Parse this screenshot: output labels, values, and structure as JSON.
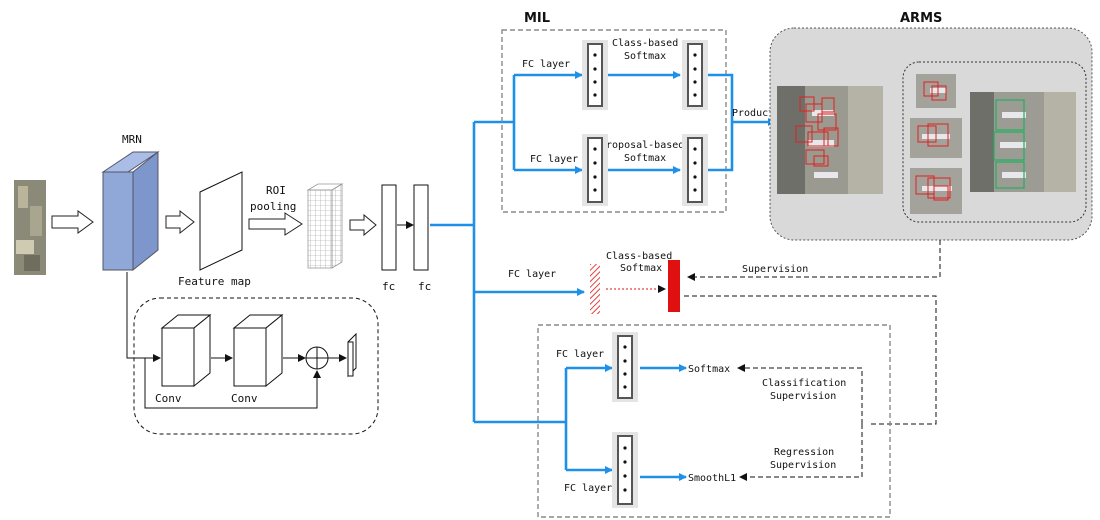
{
  "titles": {
    "mil": "MIL",
    "arms": "ARMS",
    "mrn": "MRN"
  },
  "labels": {
    "roi_pooling_1": "ROI",
    "roi_pooling_2": "pooling",
    "feature_map": "Feature map",
    "fc1": "fc",
    "fc2": "fc",
    "conv1": "Conv",
    "conv2": "Conv",
    "mil_fc_top": "FC layer",
    "mil_fc_bottom": "FC layer",
    "class_softmax_1": "Class-based",
    "class_softmax_2": "Softmax",
    "proposal_softmax_1": "Proposal-based",
    "proposal_softmax_2": "Softmax",
    "product": "Product",
    "mid_fc": "FC layer",
    "mid_class_softmax_1": "Class-based",
    "mid_class_softmax_2": "Softmax",
    "supervision": "Supervision",
    "bottom_fc_top": "FC layer",
    "bottom_fc_bottom": "FC layer",
    "softmax": "Softmax",
    "smoothl1": "SmoothL1",
    "cls_sup_1": "Classification",
    "cls_sup_2": "Supervision",
    "reg_sup_1": "Regression",
    "reg_sup_2": "Supervision"
  },
  "colors": {
    "flow_arrow": "#1e90e8",
    "mrn_box": "#8fa8d8",
    "softmax_output": "#e01010",
    "detection_box": "#e02020",
    "refined_box": "#20b060",
    "arms_panel": "#d9d9d9"
  }
}
